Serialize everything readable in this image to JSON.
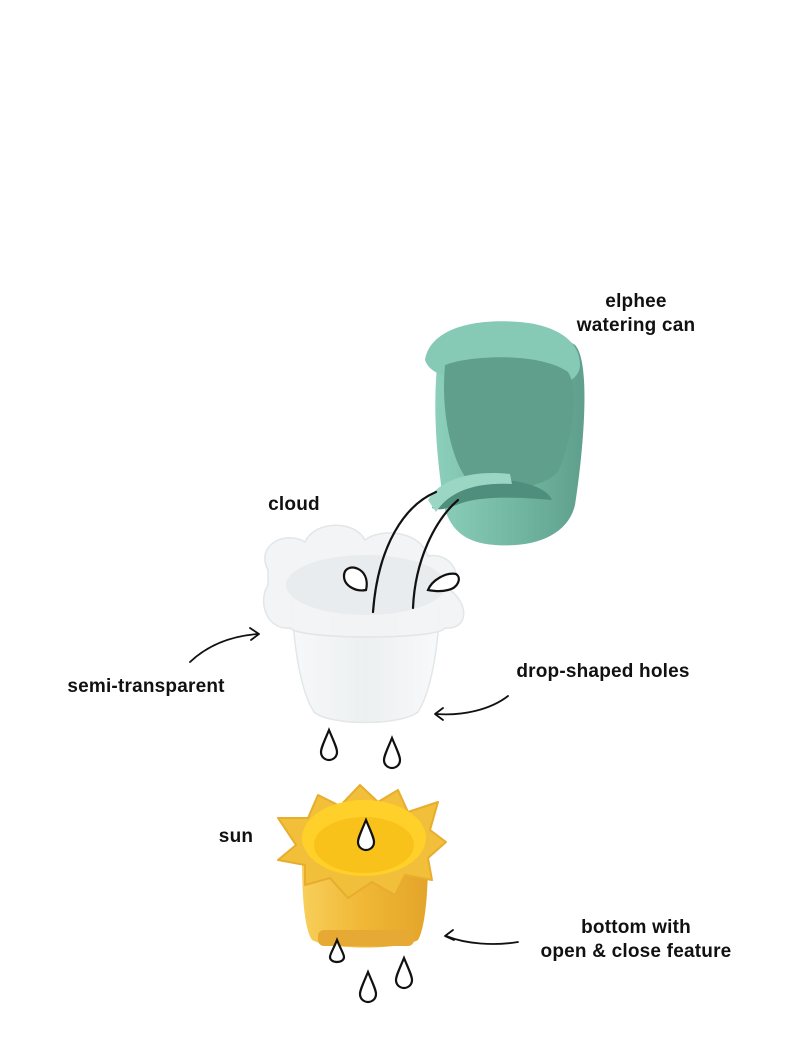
{
  "labels": {
    "watering_can": {
      "line1": "elphee",
      "line2": "watering can"
    },
    "cloud": "cloud",
    "semi_transparent": "semi-transparent",
    "drop_holes": "drop-shaped holes",
    "sun": "sun",
    "bottom_feature": {
      "line1": "bottom with",
      "line2": "open & close feature"
    }
  },
  "colors": {
    "watering_can": "#7fc4b0",
    "watering_can_inner": "#6aac98",
    "cloud": "#eef1f2",
    "sun": "#f6c23c",
    "sun_inner": "#ffd233",
    "ink": "#111111"
  }
}
